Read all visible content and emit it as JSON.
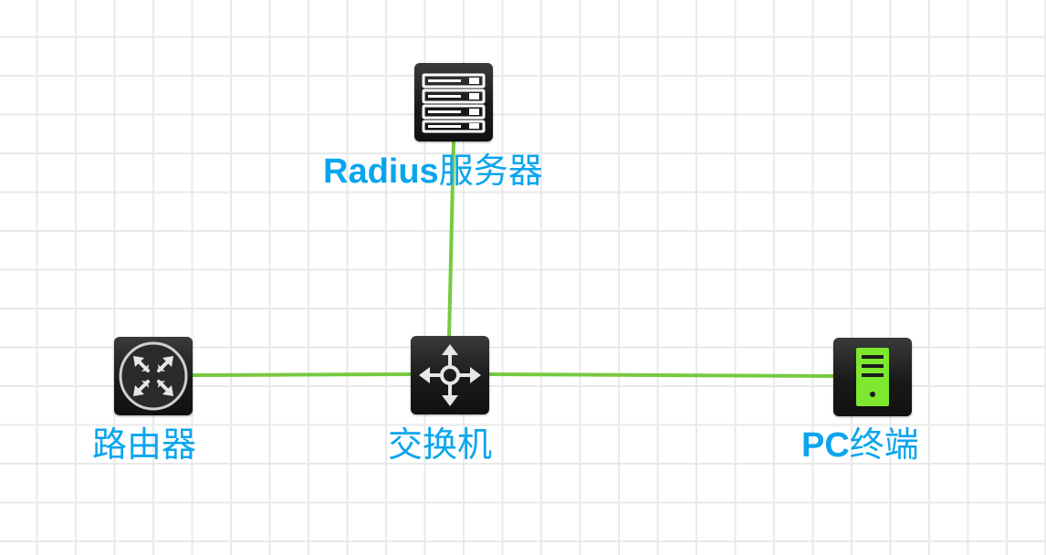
{
  "diagram": {
    "nodes": [
      {
        "id": "radius",
        "label_latin": "Radius",
        "label_cjk": "服务器",
        "icon": "server-icon"
      },
      {
        "id": "router",
        "label_latin": "",
        "label_cjk": "路由器",
        "icon": "router-icon"
      },
      {
        "id": "switch",
        "label_latin": "",
        "label_cjk": "交换机",
        "icon": "switch-icon"
      },
      {
        "id": "pc",
        "label_latin": "PC",
        "label_cjk": "终端",
        "icon": "pc-icon"
      }
    ],
    "links": [
      {
        "from": "radius",
        "to": "switch"
      },
      {
        "from": "router",
        "to": "switch"
      },
      {
        "from": "switch",
        "to": "pc"
      }
    ],
    "colors": {
      "link": "#77c940",
      "label": "#0aa5ee",
      "grid": "#e9e9e9",
      "pc_screen": "#7ee82f"
    }
  }
}
